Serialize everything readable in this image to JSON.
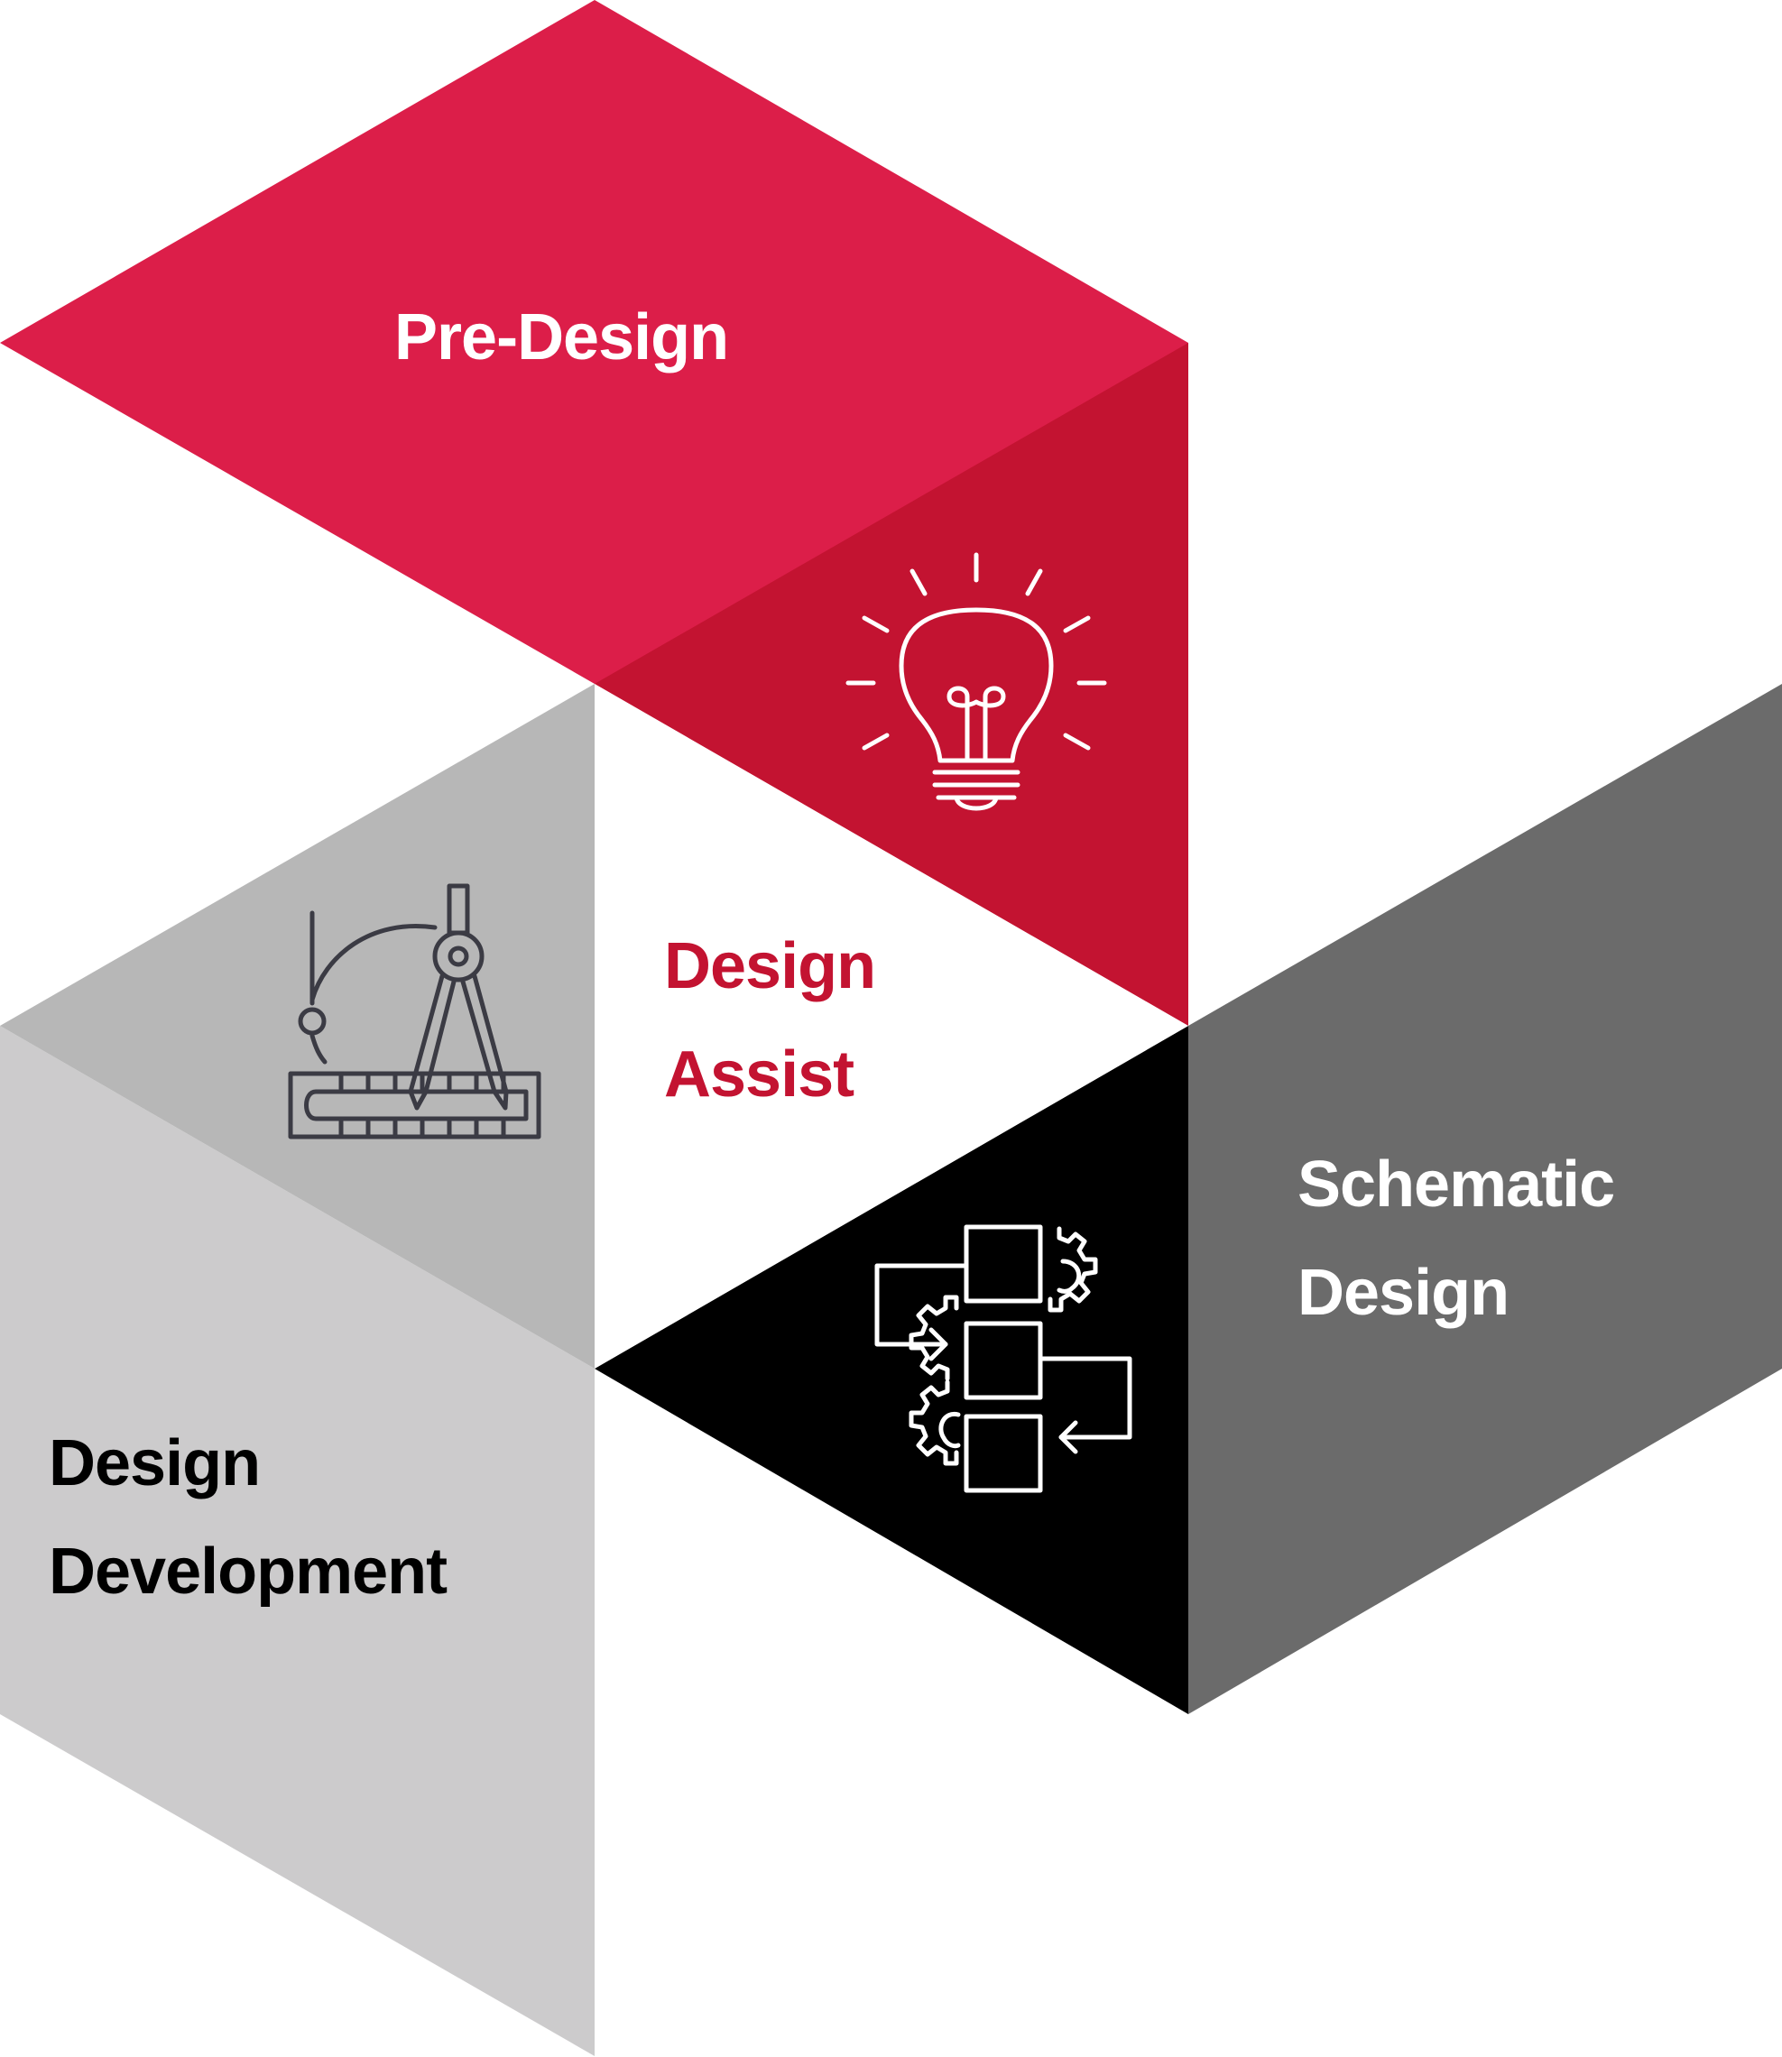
{
  "diagram": {
    "segments": {
      "pre_design": {
        "label": "Pre-Design",
        "color": "#DC1E49",
        "accent": "#C31331"
      },
      "design_assist": {
        "lines": [
          "Design",
          "Assist"
        ],
        "color": "#C31331"
      },
      "schematic_design": {
        "lines": [
          "Schematic",
          "Design"
        ],
        "color": "#6B6B6B",
        "accent": "#000000"
      },
      "design_development": {
        "lines": [
          "Design",
          "Development"
        ],
        "color": "#CCCBCC",
        "accent": "#B7B7B7"
      }
    },
    "icons": {
      "pre_design": "lightbulb-icon",
      "schematic_design": "process-flow-gears-icon",
      "design_development": "drafting-compass-ruler-icon"
    }
  }
}
